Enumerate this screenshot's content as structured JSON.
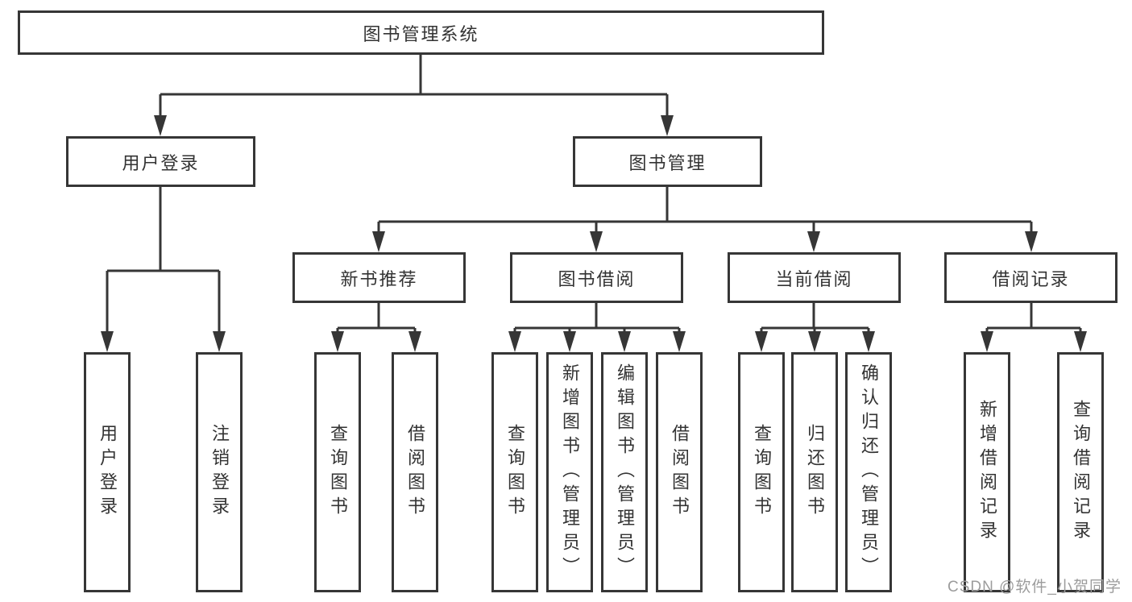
{
  "nodes": {
    "root": "图书管理系统",
    "user_login": "用户登录",
    "book_mgmt": "图书管理",
    "new_book_rec": "新书推荐",
    "book_borrow": "图书借阅",
    "current_borrow": "当前借阅",
    "borrow_record": "借阅记录"
  },
  "leaves": {
    "user_login": "用户登录",
    "logout": "注销登录",
    "rec_query_book": "查询图书",
    "rec_borrow_book": "借阅图书",
    "bb_query_book": "查询图书",
    "bb_add_book": "新增图书（管理员）",
    "bb_edit_book": "编辑图书（管理员）",
    "bb_borrow_book": "借阅图书",
    "cb_query_book": "查询图书",
    "cb_return_book": "归还图书",
    "cb_confirm_return": "确认归还（管理员）",
    "br_add_record": "新增借阅记录",
    "br_query_record": "查询借阅记录"
  },
  "watermark": "CSDN @软件_小贺同学",
  "colors": {
    "line": "#363636",
    "text": "#333333",
    "watermark": "#9c9c9c",
    "background": "#ffffff"
  }
}
